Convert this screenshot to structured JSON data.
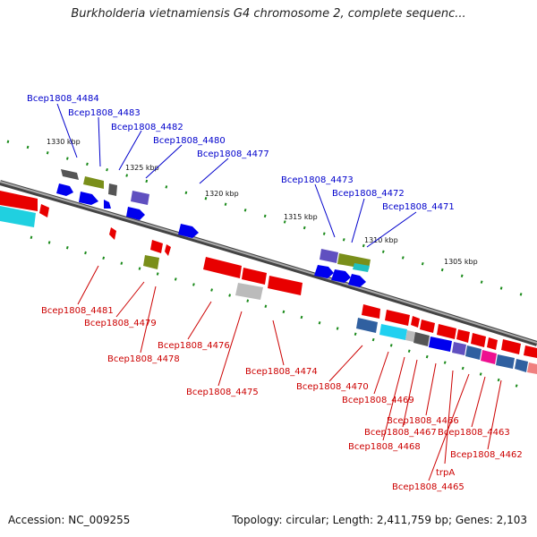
{
  "title": "Burkholderia vietnamiensis G4 chromosome 2, complete sequenc...",
  "footer": {
    "accession": "Accession: NC_009255",
    "summary": "Topology: circular; Length: 2,411,759 bp; Genes: 2,103"
  },
  "scale_ticks": [
    "1330 kbp",
    "1325 kbp",
    "1320 kbp",
    "1315 kbp",
    "1310 kbp",
    "1305 kbp"
  ],
  "top_labels": [
    "Bcep1808_4484",
    "Bcep1808_4483",
    "Bcep1808_4482",
    "Bcep1808_4480",
    "Bcep1808_4477",
    "Bcep1808_4473",
    "Bcep1808_4472",
    "Bcep1808_4471"
  ],
  "bottom_labels": [
    "Bcep1808_4481",
    "Bcep1808_4479",
    "Bcep1808_4478",
    "Bcep1808_4476",
    "Bcep1808_4475",
    "Bcep1808_4474",
    "Bcep1808_4470",
    "Bcep1808_4469",
    "Bcep1808_4466",
    "Bcep1808_4467",
    "Bcep1808_4468",
    "Bcep1808_4463",
    "Bcep1808_4462",
    "trpA",
    "Bcep1808_4465"
  ],
  "colors": {
    "forward_label": "#0000cc",
    "reverse_label": "#cc0000",
    "backbone": "#777777",
    "tick_dots": "#1a8a1a"
  }
}
